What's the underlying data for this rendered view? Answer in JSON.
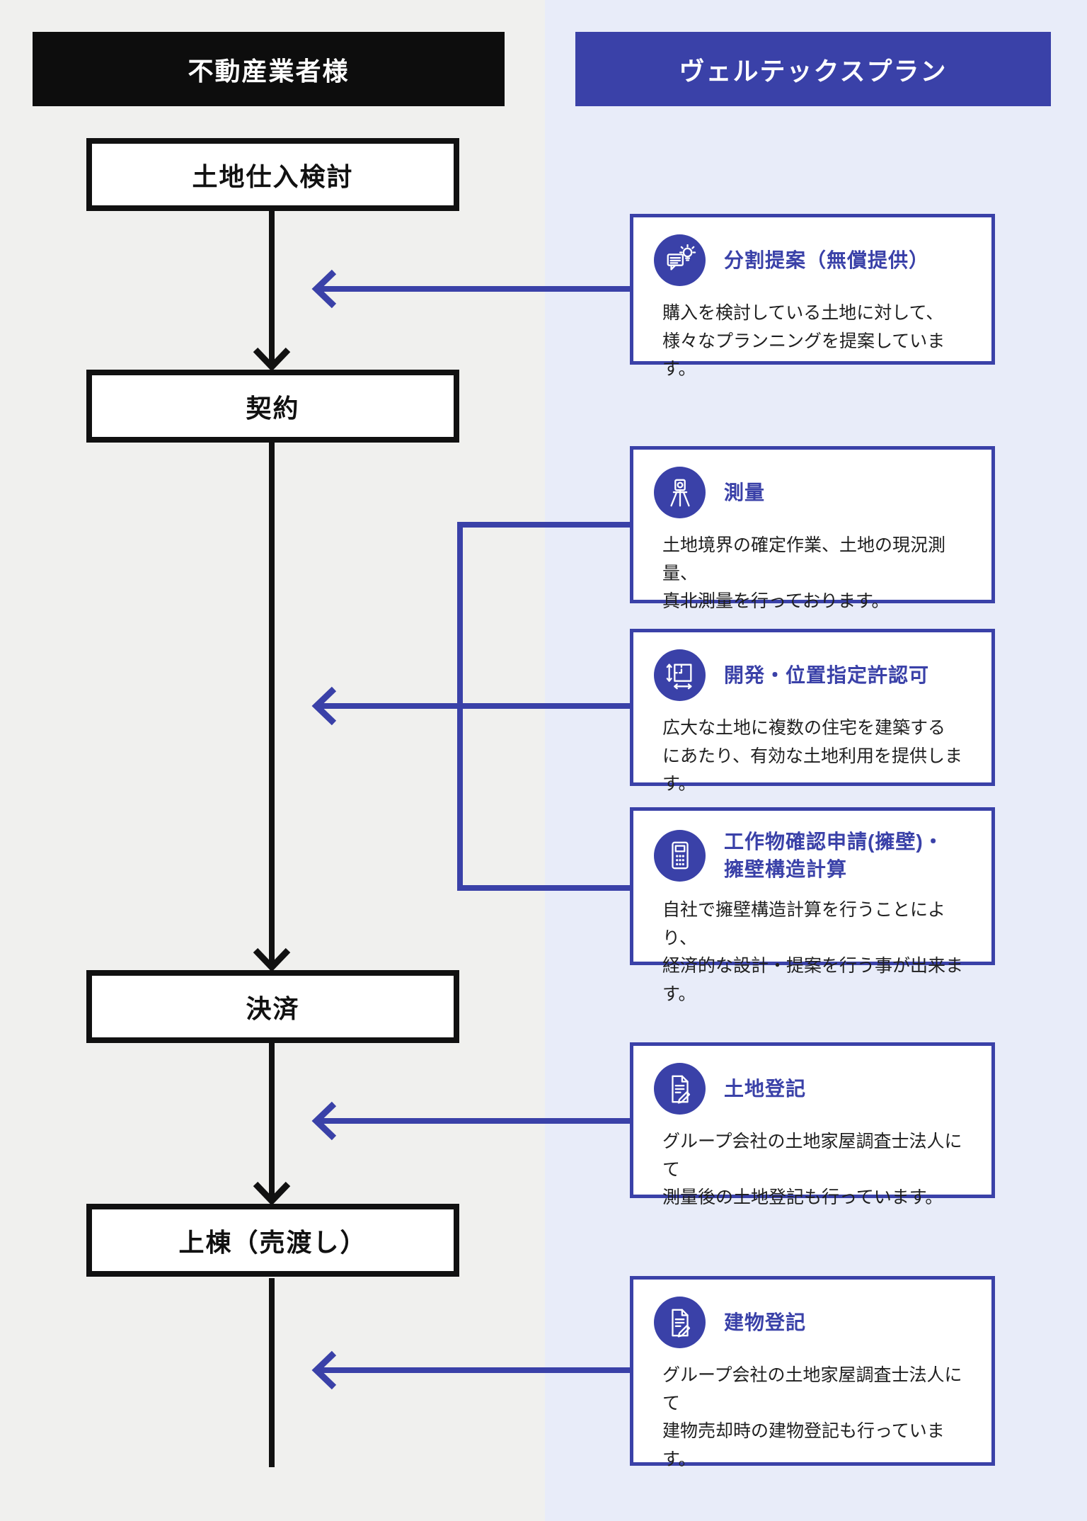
{
  "headers": {
    "left": "不動産業者様",
    "right": "ヴェルテックスプラン"
  },
  "colors": {
    "accent": "#3a41a8",
    "header_black": "#0d0d0d",
    "bg_left": "#f0f0ee",
    "bg_right": "#e8ecf9"
  },
  "flow_steps": [
    {
      "label": "土地仕入検討"
    },
    {
      "label": "契約"
    },
    {
      "label": "決済"
    },
    {
      "label": "上棟（売渡し）"
    }
  ],
  "cards": [
    {
      "icon": "proposal-lightbulb-icon",
      "title": [
        "分割提案（無償提供）"
      ],
      "body": [
        "購入を検討している土地に対して、",
        "様々なプランニングを提案しています。"
      ]
    },
    {
      "icon": "theodolite-survey-icon",
      "title": [
        "測量"
      ],
      "body": [
        "土地境界の確定作業、土地の現況測量、",
        "真北測量を行っております。"
      ]
    },
    {
      "icon": "site-plan-dimensions-icon",
      "title": [
        "開発・位置指定許認可"
      ],
      "body": [
        "広大な土地に複数の住宅を建築する",
        "にあたり、有効な土地利用を提供します。"
      ]
    },
    {
      "icon": "calculator-icon",
      "title": [
        "工作物確認申請(擁壁)・",
        "擁壁構造計算"
      ],
      "body": [
        "自社で擁壁構造計算を行うことにより、",
        "経済的な設計・提案を行う事が出来ます。"
      ]
    },
    {
      "icon": "document-pen-icon",
      "title": [
        "土地登記"
      ],
      "body": [
        "グループ会社の土地家屋調査士法人にて",
        "測量後の土地登記も行っています。"
      ]
    },
    {
      "icon": "document-pen-icon",
      "title": [
        "建物登記"
      ],
      "body": [
        "グループ会社の土地家屋調査士法人にて",
        "建物売却時の建物登記も行っています。"
      ]
    }
  ]
}
